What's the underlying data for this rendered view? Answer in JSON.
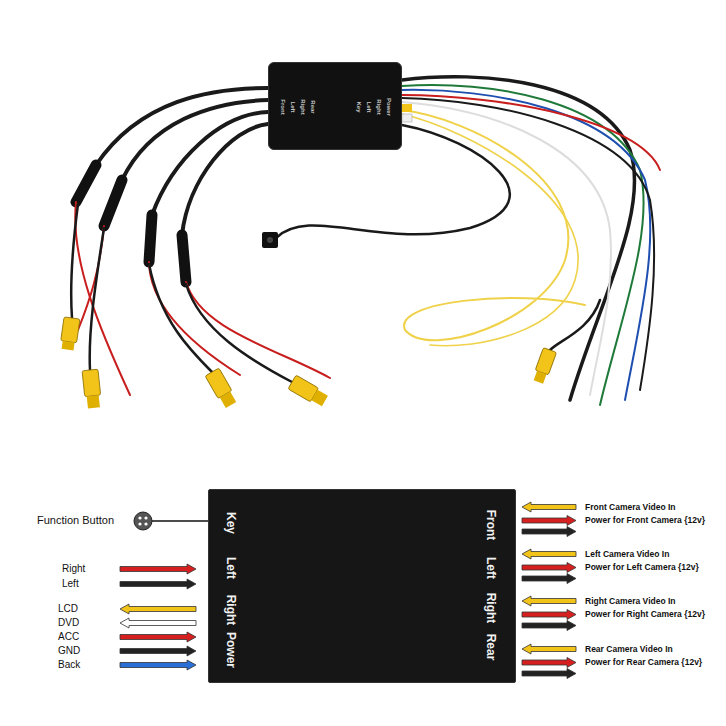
{
  "diagram": {
    "nodes": [
      {
        "text": [
          "Front",
          "Left",
          "Right",
          "Rear",
          "Key",
          "Left",
          "Right",
          "Power"
        ]
      },
      {
        "text": [
          "Key",
          "Left",
          "Right",
          "Power",
          "Front",
          "Left",
          "Right",
          "Rear"
        ]
      }
    ],
    "labels": [
      "Function Button",
      "Right",
      "Left",
      "LCD",
      "DVD",
      "ACC",
      "GND",
      "Back",
      "Front Camera Video In",
      "Power for Front Camera {12v}",
      "Left Camera Video In",
      "Power for Left Camera {12v}",
      "Right Camera Video In",
      "Power for Right Camera {12v}",
      "Rear Camera Video In",
      "Power for Rear Camera {12v}"
    ]
  }
}
